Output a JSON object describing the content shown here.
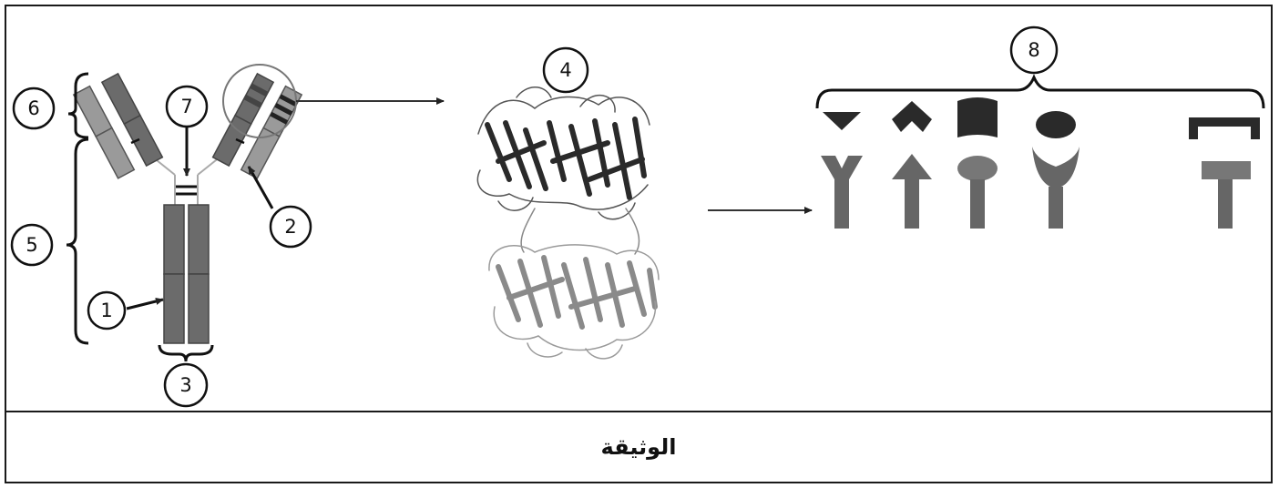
{
  "caption": "الوثيقة",
  "labels": {
    "l1": "1",
    "l2": "2",
    "l3": "3",
    "l4": "4",
    "l5": "5",
    "l6": "6",
    "l7": "7",
    "l8": "8"
  },
  "colors": {
    "heavy_chain": "#6b6b6b",
    "light_chain": "#9a9a9a",
    "dark": "#2a2a2a",
    "receptor": "#666666"
  }
}
